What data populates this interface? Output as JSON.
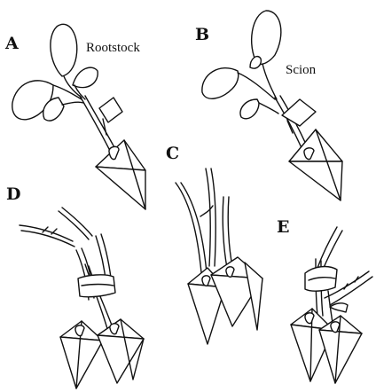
{
  "labels": {
    "panel_a": "A",
    "panel_b": "B",
    "panel_c": "C",
    "panel_d": "D",
    "panel_e": "E",
    "rootstock": "Rootstock",
    "scion": "Scion"
  }
}
